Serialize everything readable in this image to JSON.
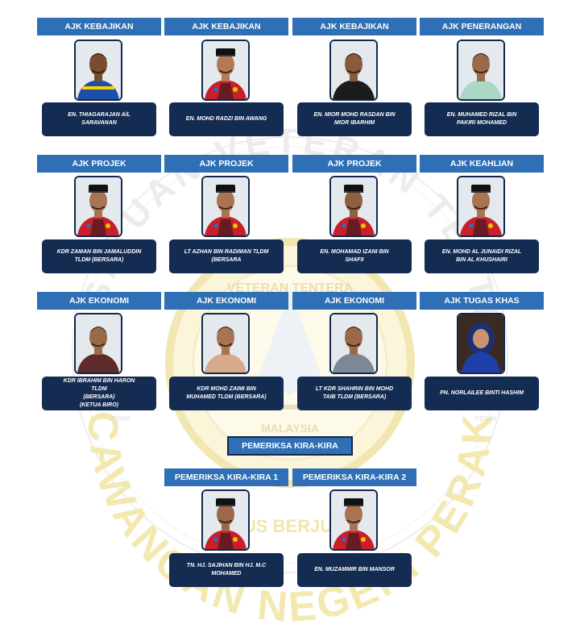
{
  "members": [
    {
      "role": "AJK KEBAJIKAN",
      "name": "EN.  THIAGARAJAN  A/L\nSARAVANAN",
      "attire": "blue",
      "skin": "#7a4b2f",
      "hat": false
    },
    {
      "role": "AJK KEBAJIKAN",
      "name": "EN.  MOHD  RADZI  BIN  AWANG",
      "attire": "red",
      "skin": "#b37a55",
      "hat": true
    },
    {
      "role": "AJK KEBAJIKAN",
      "name": "EN.  MIOR  MOHD  RASDAN  BIN\nMIOR  IBARHIM",
      "attire": "black",
      "skin": "#8a5a3c",
      "hat": false
    },
    {
      "role": "AJK PENERANGAN",
      "name": "EN.  MUHAMED   RIZAL  BIN\nPAKIRI  MOHAMED",
      "attire": "mint",
      "skin": "#9a6a48",
      "hat": false
    },
    {
      "role": "AJK PROJEK",
      "name": "KDR  ZAMAN  BIN  JAMALUDDIN\nTLDM  (BERSARA)",
      "attire": "red",
      "skin": "#a87452",
      "hat": true
    },
    {
      "role": "AJK PROJEK",
      "name": "LT AZHAN  BIN  RADIMAN  TLDM\n(BERSARA",
      "attire": "red",
      "skin": "#a87452",
      "hat": true
    },
    {
      "role": "AJK PROJEK",
      "name": "EN.  MOHAMAD   IZANI  BIN  SHAFII",
      "attire": "red",
      "skin": "#8f603f",
      "hat": true
    },
    {
      "role": "AJK KEAHLIAN",
      "name": "EN.  MOHD  AL  JUNAIDI  RIZAL\nBIN  AL  KHUSHAIRI",
      "attire": "red",
      "skin": "#a87452",
      "hat": true
    },
    {
      "role": "AJK EKONOMI",
      "name": "KDR  IBRAHIM  BIN  HARON  TLDM\n(BERSARA)\n(KETUA  BIRO)",
      "attire": "maroon",
      "skin": "#9a6a48",
      "hat": false
    },
    {
      "role": "AJK EKONOMI",
      "name": "KDR  MOHD  ZAIMI  BIN\nMUHAMED   TLDM  (BERSARA)",
      "attire": "peach",
      "skin": "#a87452",
      "hat": false
    },
    {
      "role": "AJK EKONOMI",
      "name": "LT KDR  SHAHRIN  BIN  MOHD\nTAIB  TLDM  (BERSARA)",
      "attire": "slate",
      "skin": "#9a6a48",
      "hat": false
    },
    {
      "role": "AJK TUGAS KHAS",
      "name": "PN.  NORLAILEE  BINTI  HASHIM",
      "attire": "hijab",
      "skin": "#c79474",
      "hat": false
    }
  ],
  "auditor_heading": "PEMERIKSA KIRA-KIRA",
  "auditors": [
    {
      "role": "PEMERIKSA KIRA-KIRA 1",
      "name": "TN. HJ.  SAJIHAN  BIN  HJ.  M.C\nMOHAMED",
      "attire": "red",
      "skin": "#9a6a48",
      "hat": true
    },
    {
      "role": "PEMERIKSA KIRA-KIRA 2",
      "name": "EN.  MUZAMMIR  BIN  MANSOR",
      "attire": "red",
      "skin": "#a87452",
      "hat": true
    }
  ],
  "watermark": {
    "top_text": "PERSATUAN VETERAN TENTERA",
    "bottom_text": "CAWANGAN NEGERI PERAK",
    "inner_top": "VETERAN TENTERA",
    "inner_bottom": "MALAYSIA",
    "motto": "TERUS BERJUANG",
    "small_left": "PERAK",
    "small_right": "PERAK"
  },
  "colors": {
    "header": "#2e6fb5",
    "namebox": "#152c52",
    "watermark": "#f0e6ae"
  }
}
